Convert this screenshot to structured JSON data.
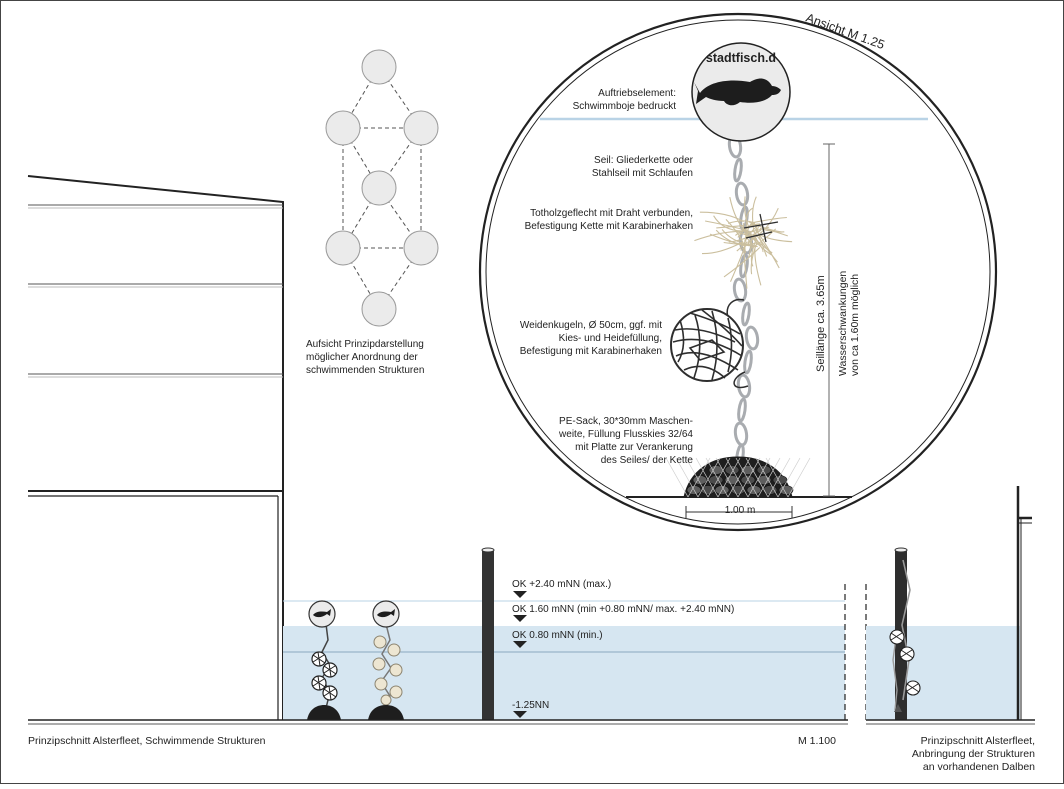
{
  "inset": {
    "title": "Ansicht  M 1.25",
    "brand": "stadtfisch.d",
    "labels": {
      "buoy": [
        "Auftriebselement:",
        "Schwimmboje bedruckt"
      ],
      "rope": [
        "Seil: Gliederkette oder",
        "Stahlseil mit Schlaufen"
      ],
      "deadwood": [
        "Totholzgeflecht mit Draht verbunden,",
        "Befestigung Kette mit Karabinerhaken"
      ],
      "willow": [
        "Weidenkugeln, Ø 50cm, ggf. mit",
        "Kies- und Heidefüllung,",
        "Befestigung mit Karabinerhaken"
      ],
      "sack": [
        "PE-Sack, 30*30mm Maschen-",
        "weite, Füllung Flusskies 32/64",
        "mit Platte zur Verankerung",
        "des Seiles/ der Kette"
      ]
    },
    "rope_length": "Seillänge ca. 3.65m",
    "water_fluctuation": [
      "Wasserschwankungen",
      "von ca 1.60m möglich"
    ],
    "base_width": "1.00 m"
  },
  "plan": {
    "caption": [
      "Aufsicht Prinzipdarstellung",
      "möglicher Anordnung der",
      "schwimmenden Strukturen"
    ]
  },
  "section": {
    "levels": {
      "max": "OK +2.40 mNN (max.)",
      "mean": "OK 1.60 mNN (min +0.80 mNN/ max. +2.40 mNN)",
      "min": "OK 0.80 mNN (min.)",
      "bottom": "-1.25NN"
    },
    "caption_left": "Prinzipschnitt Alsterfleet, Schwimmende Strukturen",
    "scale": "M 1.100",
    "caption_right": [
      "Prinzipschnitt Alsterfleet,",
      "Anbringung der Strukturen",
      "an vorhandenen Dalben"
    ]
  },
  "colors": {
    "water": "#d6e6f1",
    "water_line": "#b9d3e6",
    "circle_fill": "#ebebeb",
    "rope": "#a9acb0",
    "deadwood": "#cbbf9e",
    "dark": "#2e2e2e"
  }
}
